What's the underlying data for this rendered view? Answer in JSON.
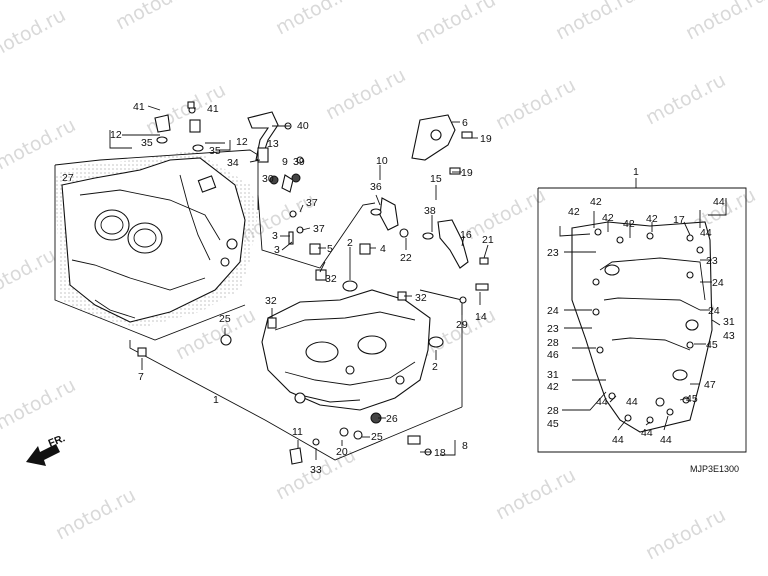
{
  "watermark": "motod.ru",
  "diagram_code": "MJP3E1300",
  "front_indicator": "FR.",
  "callouts": {
    "c41a": "41",
    "c41b": "41",
    "c40": "40",
    "c6": "6",
    "c19a": "19",
    "c12a": "12",
    "c35a": "35",
    "c12b": "12",
    "c35b": "35",
    "c13": "13",
    "c34": "34",
    "c9": "9",
    "c39": "39",
    "c30": "30",
    "c10": "10",
    "c19b": "19",
    "c15": "15",
    "c36": "36",
    "c38": "38",
    "c27": "27",
    "c37a": "37",
    "c37b": "37",
    "c3a": "3",
    "c3b": "3",
    "c5": "5",
    "c4": "4",
    "c16": "16",
    "c21": "21",
    "c22": "22",
    "c2a": "2",
    "c32a": "32",
    "c32b": "32",
    "c32c": "32",
    "c14": "14",
    "c29": "29",
    "c25a": "25",
    "c2b": "2",
    "c7": "7",
    "c1a": "1",
    "c26": "26",
    "c25b": "25",
    "c11": "11",
    "c20": "20",
    "c33": "33",
    "c18": "18",
    "c8": "8",
    "c1b": "1"
  },
  "oil_pan_callouts": {
    "r42a": "42",
    "r42b": "42",
    "r42c": "42",
    "r42d": "42",
    "r42e": "42",
    "r17": "17",
    "r44a": "44",
    "r23a": "23",
    "r23b": "23",
    "r24a": "24",
    "r24b": "24",
    "r24c": "24",
    "r23c": "23",
    "r31a": "31",
    "r43": "43",
    "r28a": "28",
    "r46": "46",
    "r45a": "45",
    "r31b": "31",
    "r42f": "42",
    "r47": "47",
    "r28b": "28",
    "r45b": "45",
    "r45c": "45",
    "r44b": "44",
    "r44c": "44",
    "r44d": "44",
    "r44e": "44",
    "r44f": "44",
    "r44g": "44"
  }
}
